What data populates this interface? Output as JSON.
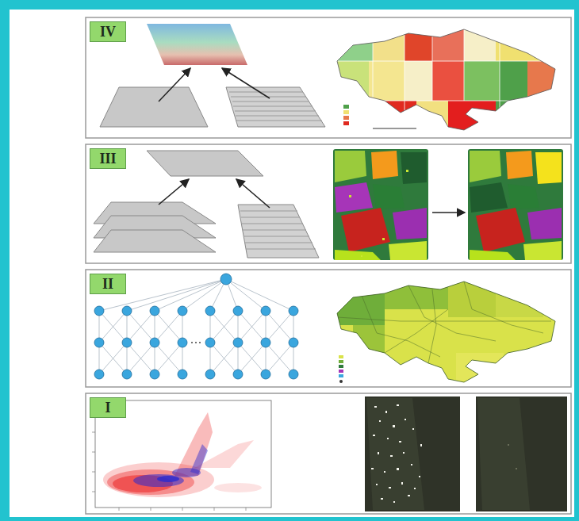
{
  "diagram": {
    "nodes": [
      {
        "text": [
          "IV"
        ]
      },
      {
        "text": [
          "III"
        ]
      },
      {
        "text": [
          "II"
        ]
      },
      {
        "text": [
          "I"
        ]
      }
    ]
  }
}
